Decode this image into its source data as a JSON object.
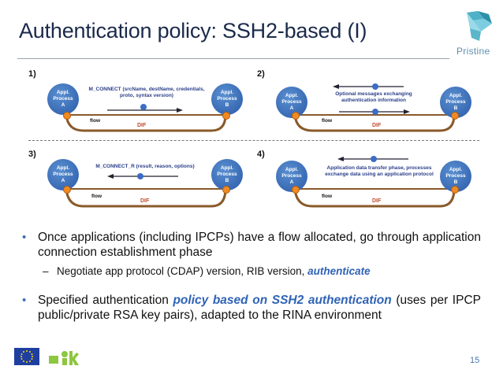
{
  "slide": {
    "title": "Authentication policy: SSH2-based (I)",
    "logo_text": "Pristine",
    "page_number": "15"
  },
  "panels": [
    {
      "num": "1)",
      "msg": "M_CONNECT (srcName, destName,  credentials, proto, syntax version)",
      "arrow": "right",
      "marker": "4"
    },
    {
      "num": "2)",
      "msg": "Optional messages exchanging authentication information",
      "arrow": "both",
      "marker": "5"
    },
    {
      "num": "3)",
      "msg": "M_CONNECT_R (result, reason, options)",
      "arrow": "left",
      "marker": "6"
    },
    {
      "num": "4)",
      "msg": "Application data transfer phase, processes exchange data using an application protocol",
      "arrow": "left",
      "marker": "7"
    }
  ],
  "node_labels": {
    "a": [
      "Appl.",
      "Process",
      "A"
    ],
    "b": [
      "Appl.",
      "Process",
      "B"
    ]
  },
  "flow_label": "flow",
  "dif_label": "DIF",
  "bullets": {
    "b1": "Once applications (including IPCPs) have a flow allocated, go through application connection establishment phase",
    "sub_pre": "Negotiate app protocol (CDAP) version, RIB version, ",
    "sub_em": "authenticate",
    "b2_pre": "Specified authentication ",
    "b2_em": "policy based on SSH2 authentication",
    "b2_post": " (uses per IPCP public/private RSA key pairs), adapted to the RINA environment"
  },
  "colors": {
    "accent": "#2f63b6",
    "node": "#2a5aa8",
    "dot": "#f08a24",
    "dif": "#c05030"
  }
}
